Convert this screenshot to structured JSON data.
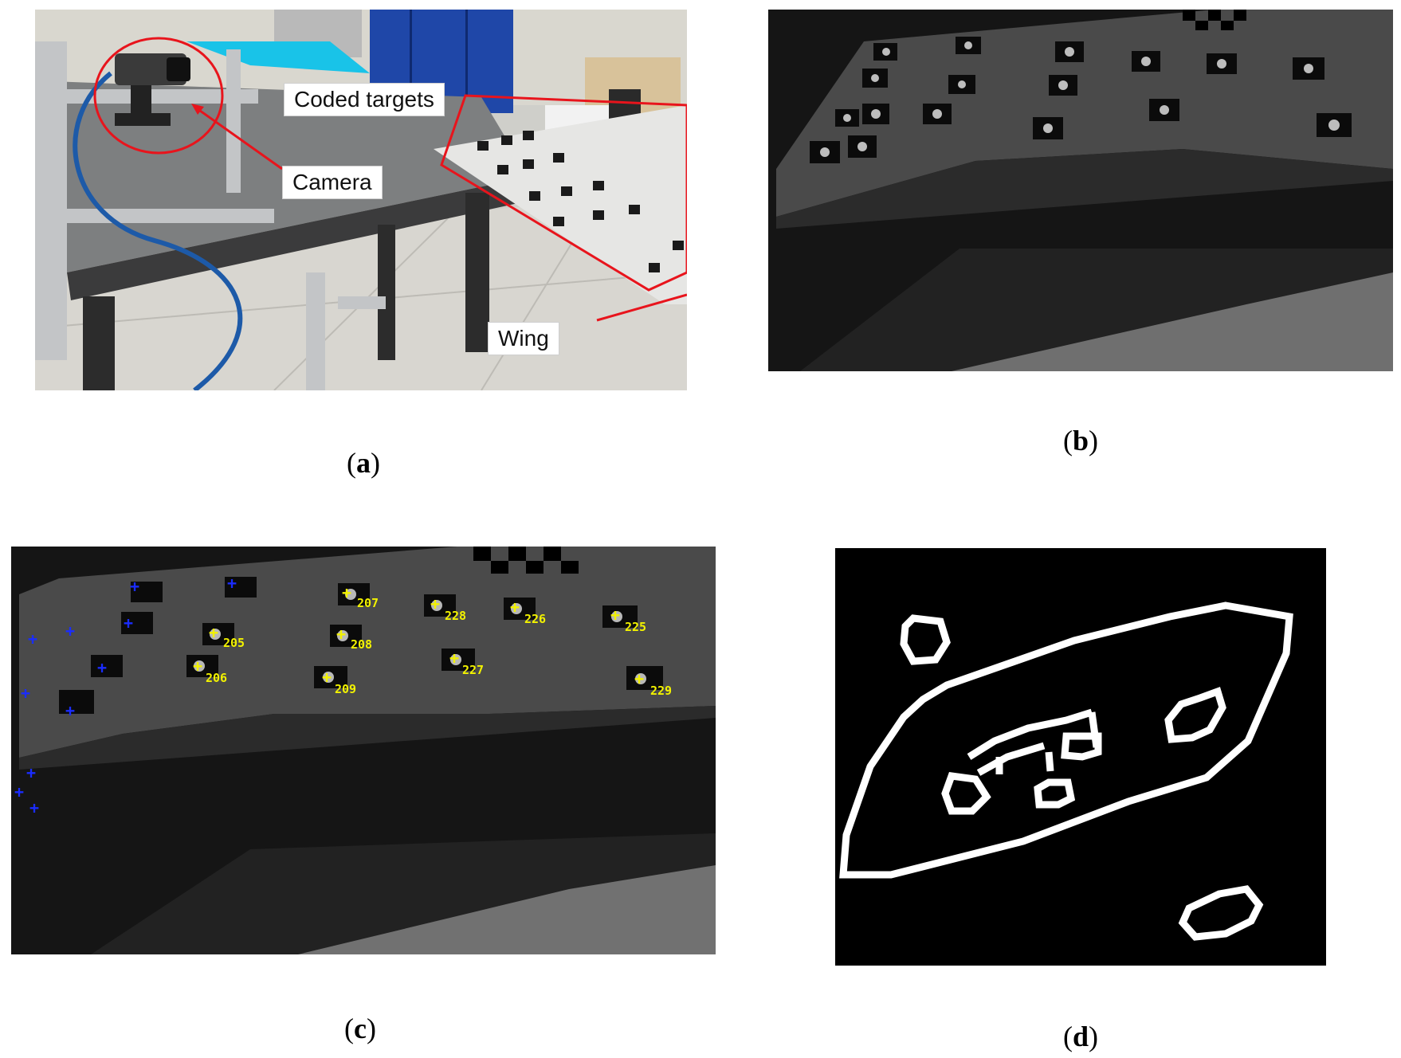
{
  "panel_a": {
    "callouts": {
      "coded_targets": "Coded targets",
      "camera": "Camera",
      "wing": "Wing"
    },
    "accent_color": "#e8141c"
  },
  "panel_c": {
    "target_ids": [
      "207",
      "228",
      "226",
      "225",
      "205",
      "208",
      "227",
      "206",
      "209",
      "229"
    ],
    "label_color": "#f2f200",
    "cross_color": "#1a2cff"
  },
  "captions": {
    "a": "a",
    "b": "b",
    "c": "c",
    "d": "d"
  }
}
